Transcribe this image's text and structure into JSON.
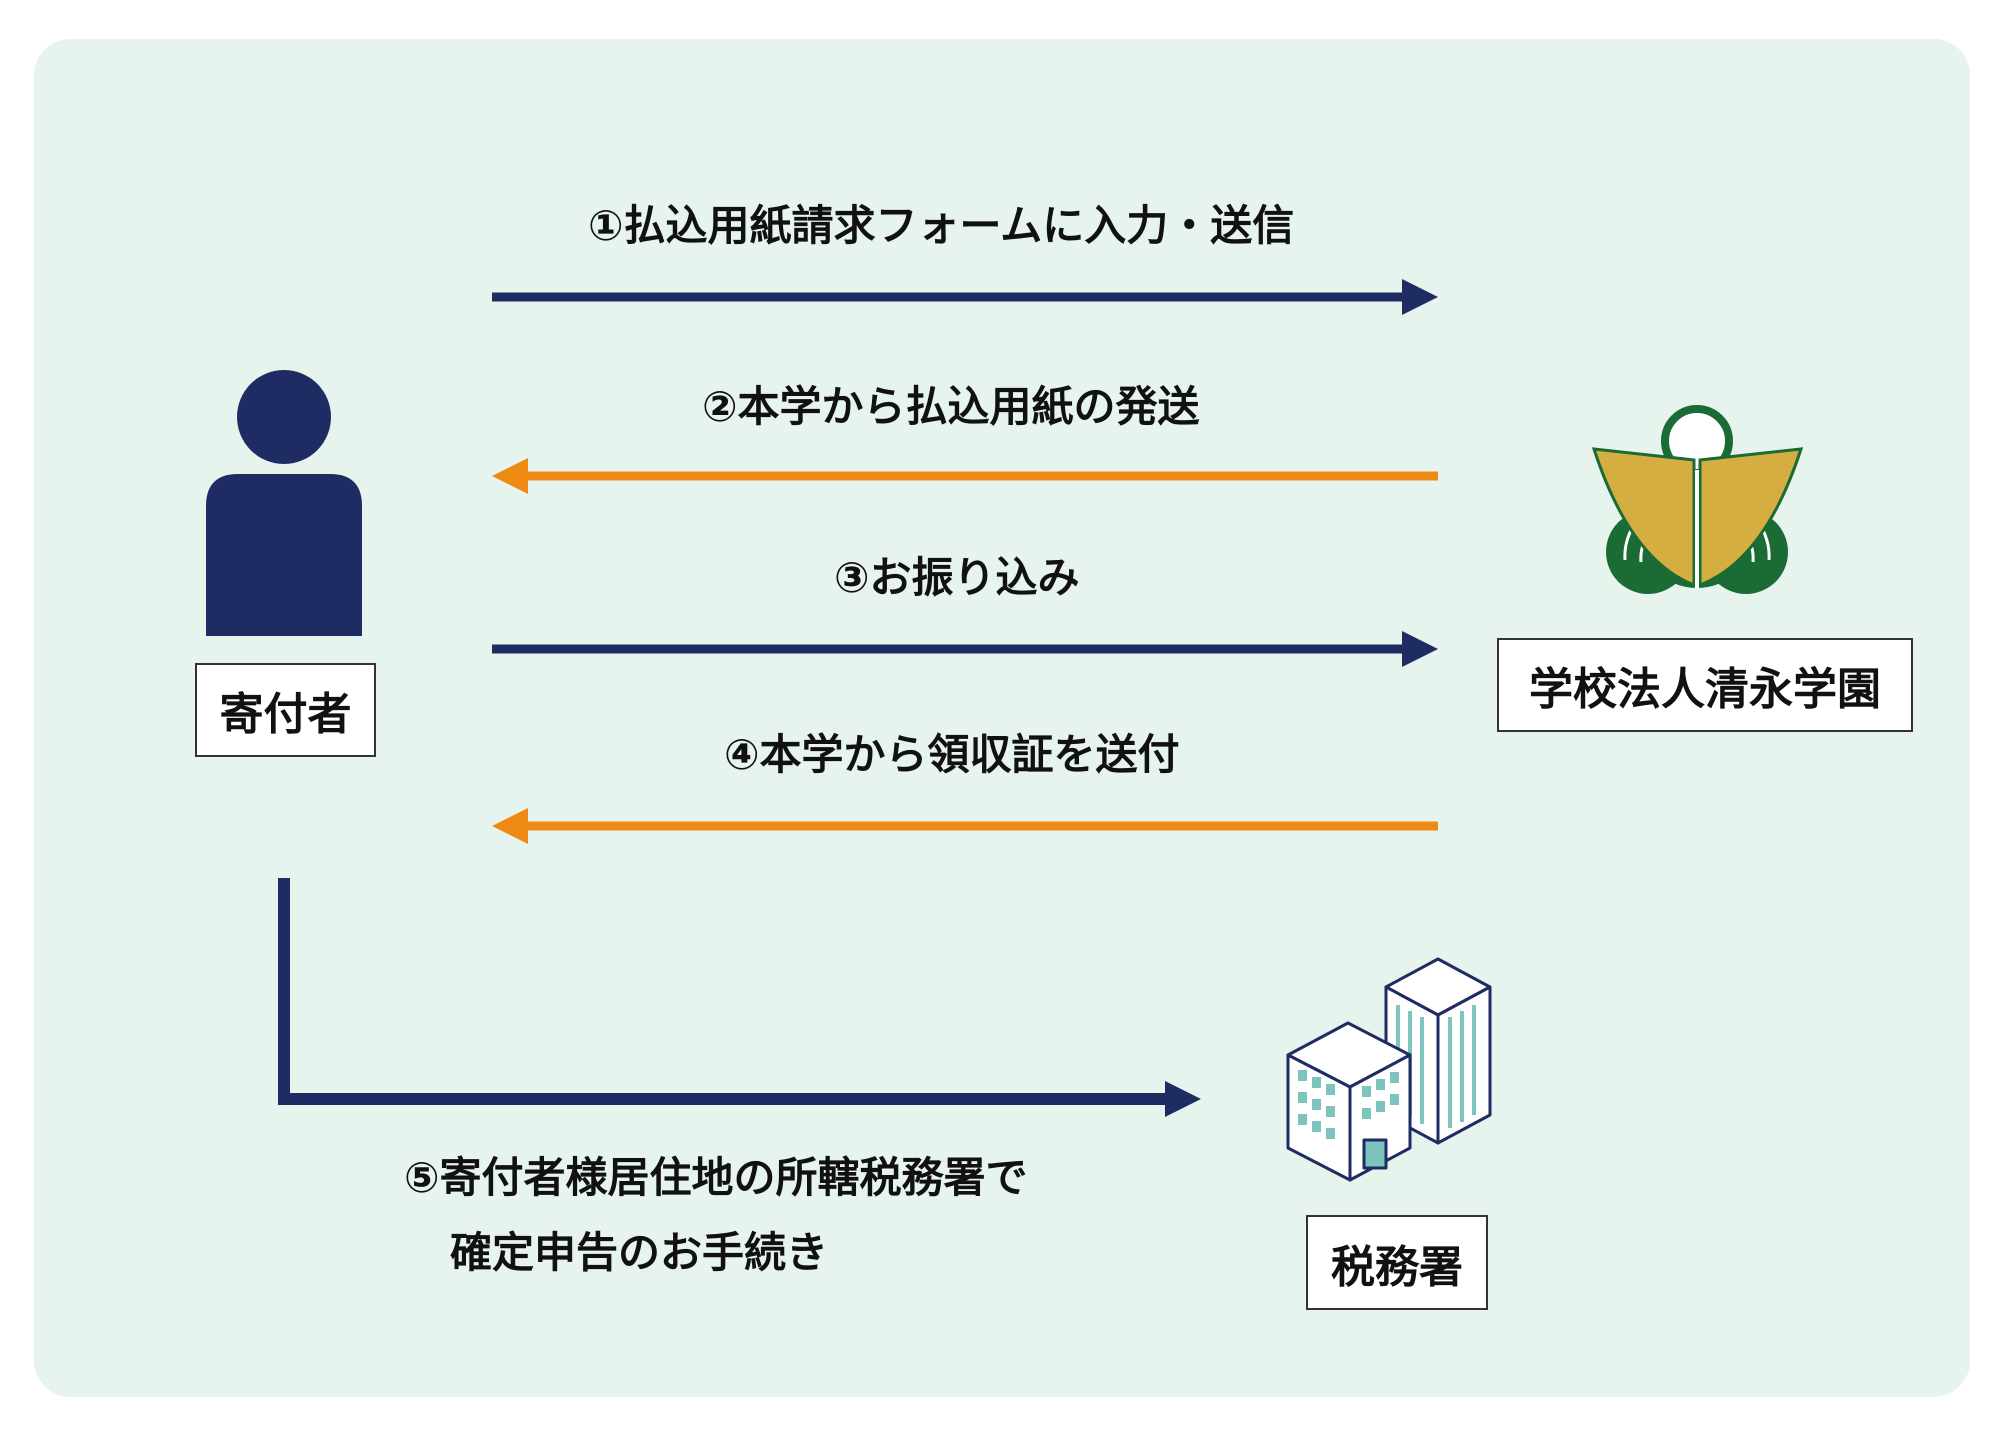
{
  "colors": {
    "background": "#e6f4ed",
    "navy": "#1f2c63",
    "orange": "#ee8a14",
    "logo_green": "#1b6b35",
    "logo_gold": "#d4ae40",
    "building_teal": "#7cc4bd"
  },
  "nodes": {
    "donor": {
      "label": "寄付者",
      "icon": "person-icon"
    },
    "school": {
      "label": "学校法人清永学園",
      "icon": "school-logo-icon"
    },
    "tax_office": {
      "label": "税務署",
      "icon": "building-icon"
    }
  },
  "steps": [
    {
      "label": "①払込用紙請求フォームに入力・送信",
      "from": "donor",
      "to": "school",
      "color": "navy"
    },
    {
      "label": "②本学から払込用紙の発送",
      "from": "school",
      "to": "donor",
      "color": "orange"
    },
    {
      "label": "③お振り込み",
      "from": "donor",
      "to": "school",
      "color": "navy"
    },
    {
      "label": "④本学から領収証を送付",
      "from": "school",
      "to": "donor",
      "color": "orange"
    },
    {
      "label_lines": [
        "⑤寄付者様居住地の所轄税務署で",
        "確定申告のお手続き"
      ],
      "from": "donor",
      "to": "tax_office",
      "color": "navy"
    }
  ]
}
